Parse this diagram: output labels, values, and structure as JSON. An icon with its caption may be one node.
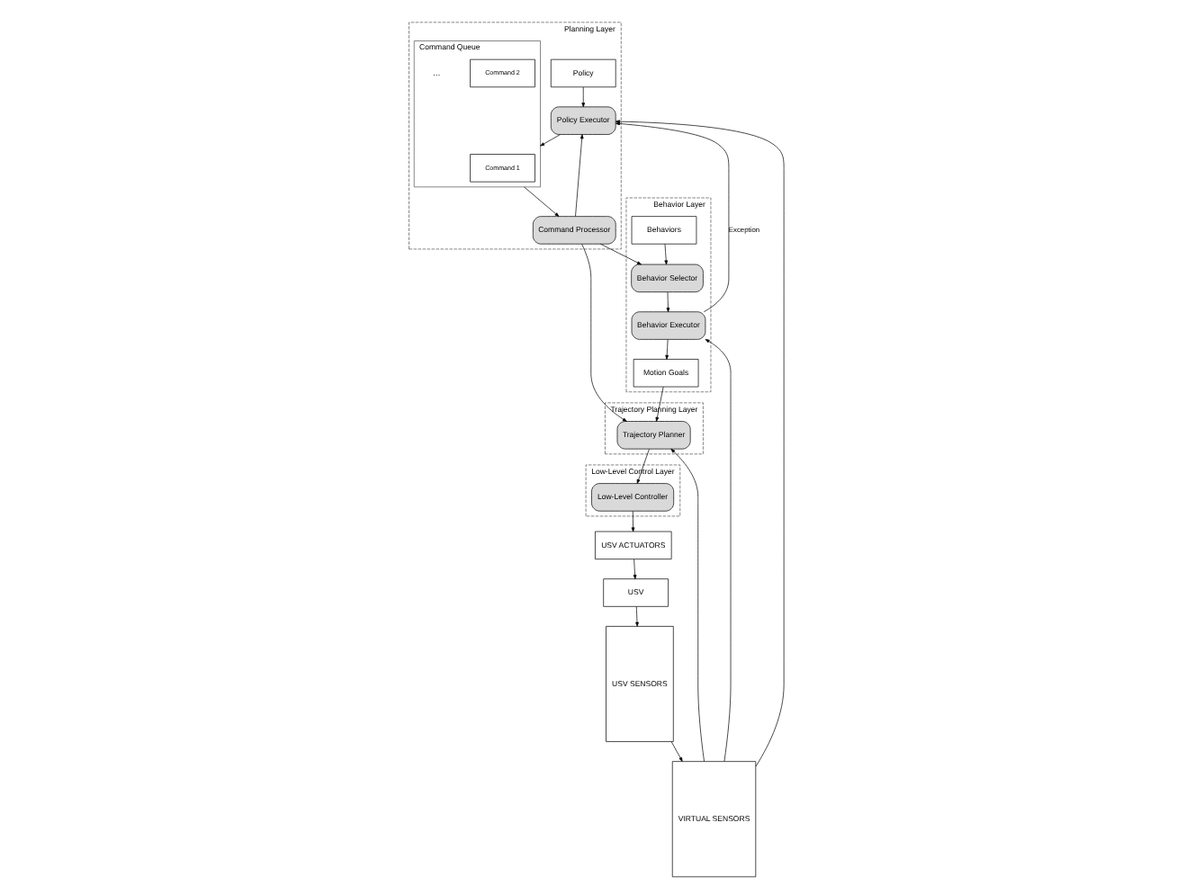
{
  "diagram": {
    "nodes": [
      {
        "text": [
          "Planning Layer"
        ]
      },
      {
        "text": [
          "Behavior Layer"
        ]
      },
      {
        "text": [
          "Trajectory Planning Layer"
        ]
      },
      {
        "text": [
          "Low-Level Control Layer"
        ]
      },
      {
        "text": [
          "USV"
        ]
      },
      {
        "text": [
          "USV SENSORS"
        ]
      },
      {
        "text": [
          "VIRTUAL SENSORS"
        ]
      },
      {
        "text": [
          "Policy Executor"
        ],
        "in": 0
      },
      {
        "text": [
          "Policy"
        ],
        "in": 0
      },
      {
        "text": [
          "Command Processor"
        ],
        "in": 0
      },
      {
        "text": [
          "Command Queue"
        ],
        "in": 0
      },
      {
        "text": [
          "Command 1"
        ],
        "in": 10
      },
      {
        "text": [
          "Command 2"
        ],
        "in": 10
      },
      {
        "text": [
          "Behavior Selector"
        ],
        "in": 1
      },
      {
        "text": [
          "Behaviors"
        ],
        "in": 1
      },
      {
        "text": [
          "Behavior Executor"
        ],
        "in": 1
      },
      {
        "text": [
          "Motion Goals"
        ],
        "in": 1
      },
      {
        "text": [
          "Trajectory Planner"
        ],
        "in": 2
      },
      {
        "text": [
          "Low-Level Controller"
        ],
        "in": 3
      },
      {
        "text": [
          "USV ACTUATORS"
        ]
      }
    ],
    "edges": [
      {
        "from": 4,
        "to": 5,
        "arrow": "to"
      },
      {
        "from": 5,
        "to": 6,
        "arrow": "to"
      },
      {
        "from": 6,
        "to": 7,
        "arrow": "to"
      },
      {
        "from": 6,
        "to": 15,
        "arrow": "to"
      },
      {
        "from": 6,
        "to": 17,
        "arrow": "to"
      },
      {
        "from": 8,
        "to": 7,
        "arrow": "to"
      },
      {
        "from": 9,
        "to": 7,
        "arrow": "to"
      },
      {
        "from": 7,
        "to": 10,
        "arrow": "to"
      },
      {
        "from": 10,
        "to": 9,
        "arrow": "to"
      },
      {
        "from": 9,
        "to": 13,
        "arrow": "to"
      },
      {
        "from": 14,
        "to": 13,
        "arrow": "to"
      },
      {
        "from": 13,
        "to": 15,
        "arrow": "to"
      },
      {
        "from": 15,
        "to": 16,
        "arrow": "to"
      },
      {
        "from": 15,
        "to": 7,
        "arrow": "to",
        "label": "Exception"
      },
      {
        "from": 9,
        "to": 17,
        "arrow": "to"
      },
      {
        "from": 16,
        "to": 17,
        "arrow": "to"
      },
      {
        "from": 17,
        "to": 18,
        "arrow": "to"
      },
      {
        "from": 18,
        "to": 19,
        "arrow": "to"
      },
      {
        "from": 19,
        "to": 4,
        "arrow": "to"
      }
    ],
    "labels": [
      "…"
    ]
  }
}
